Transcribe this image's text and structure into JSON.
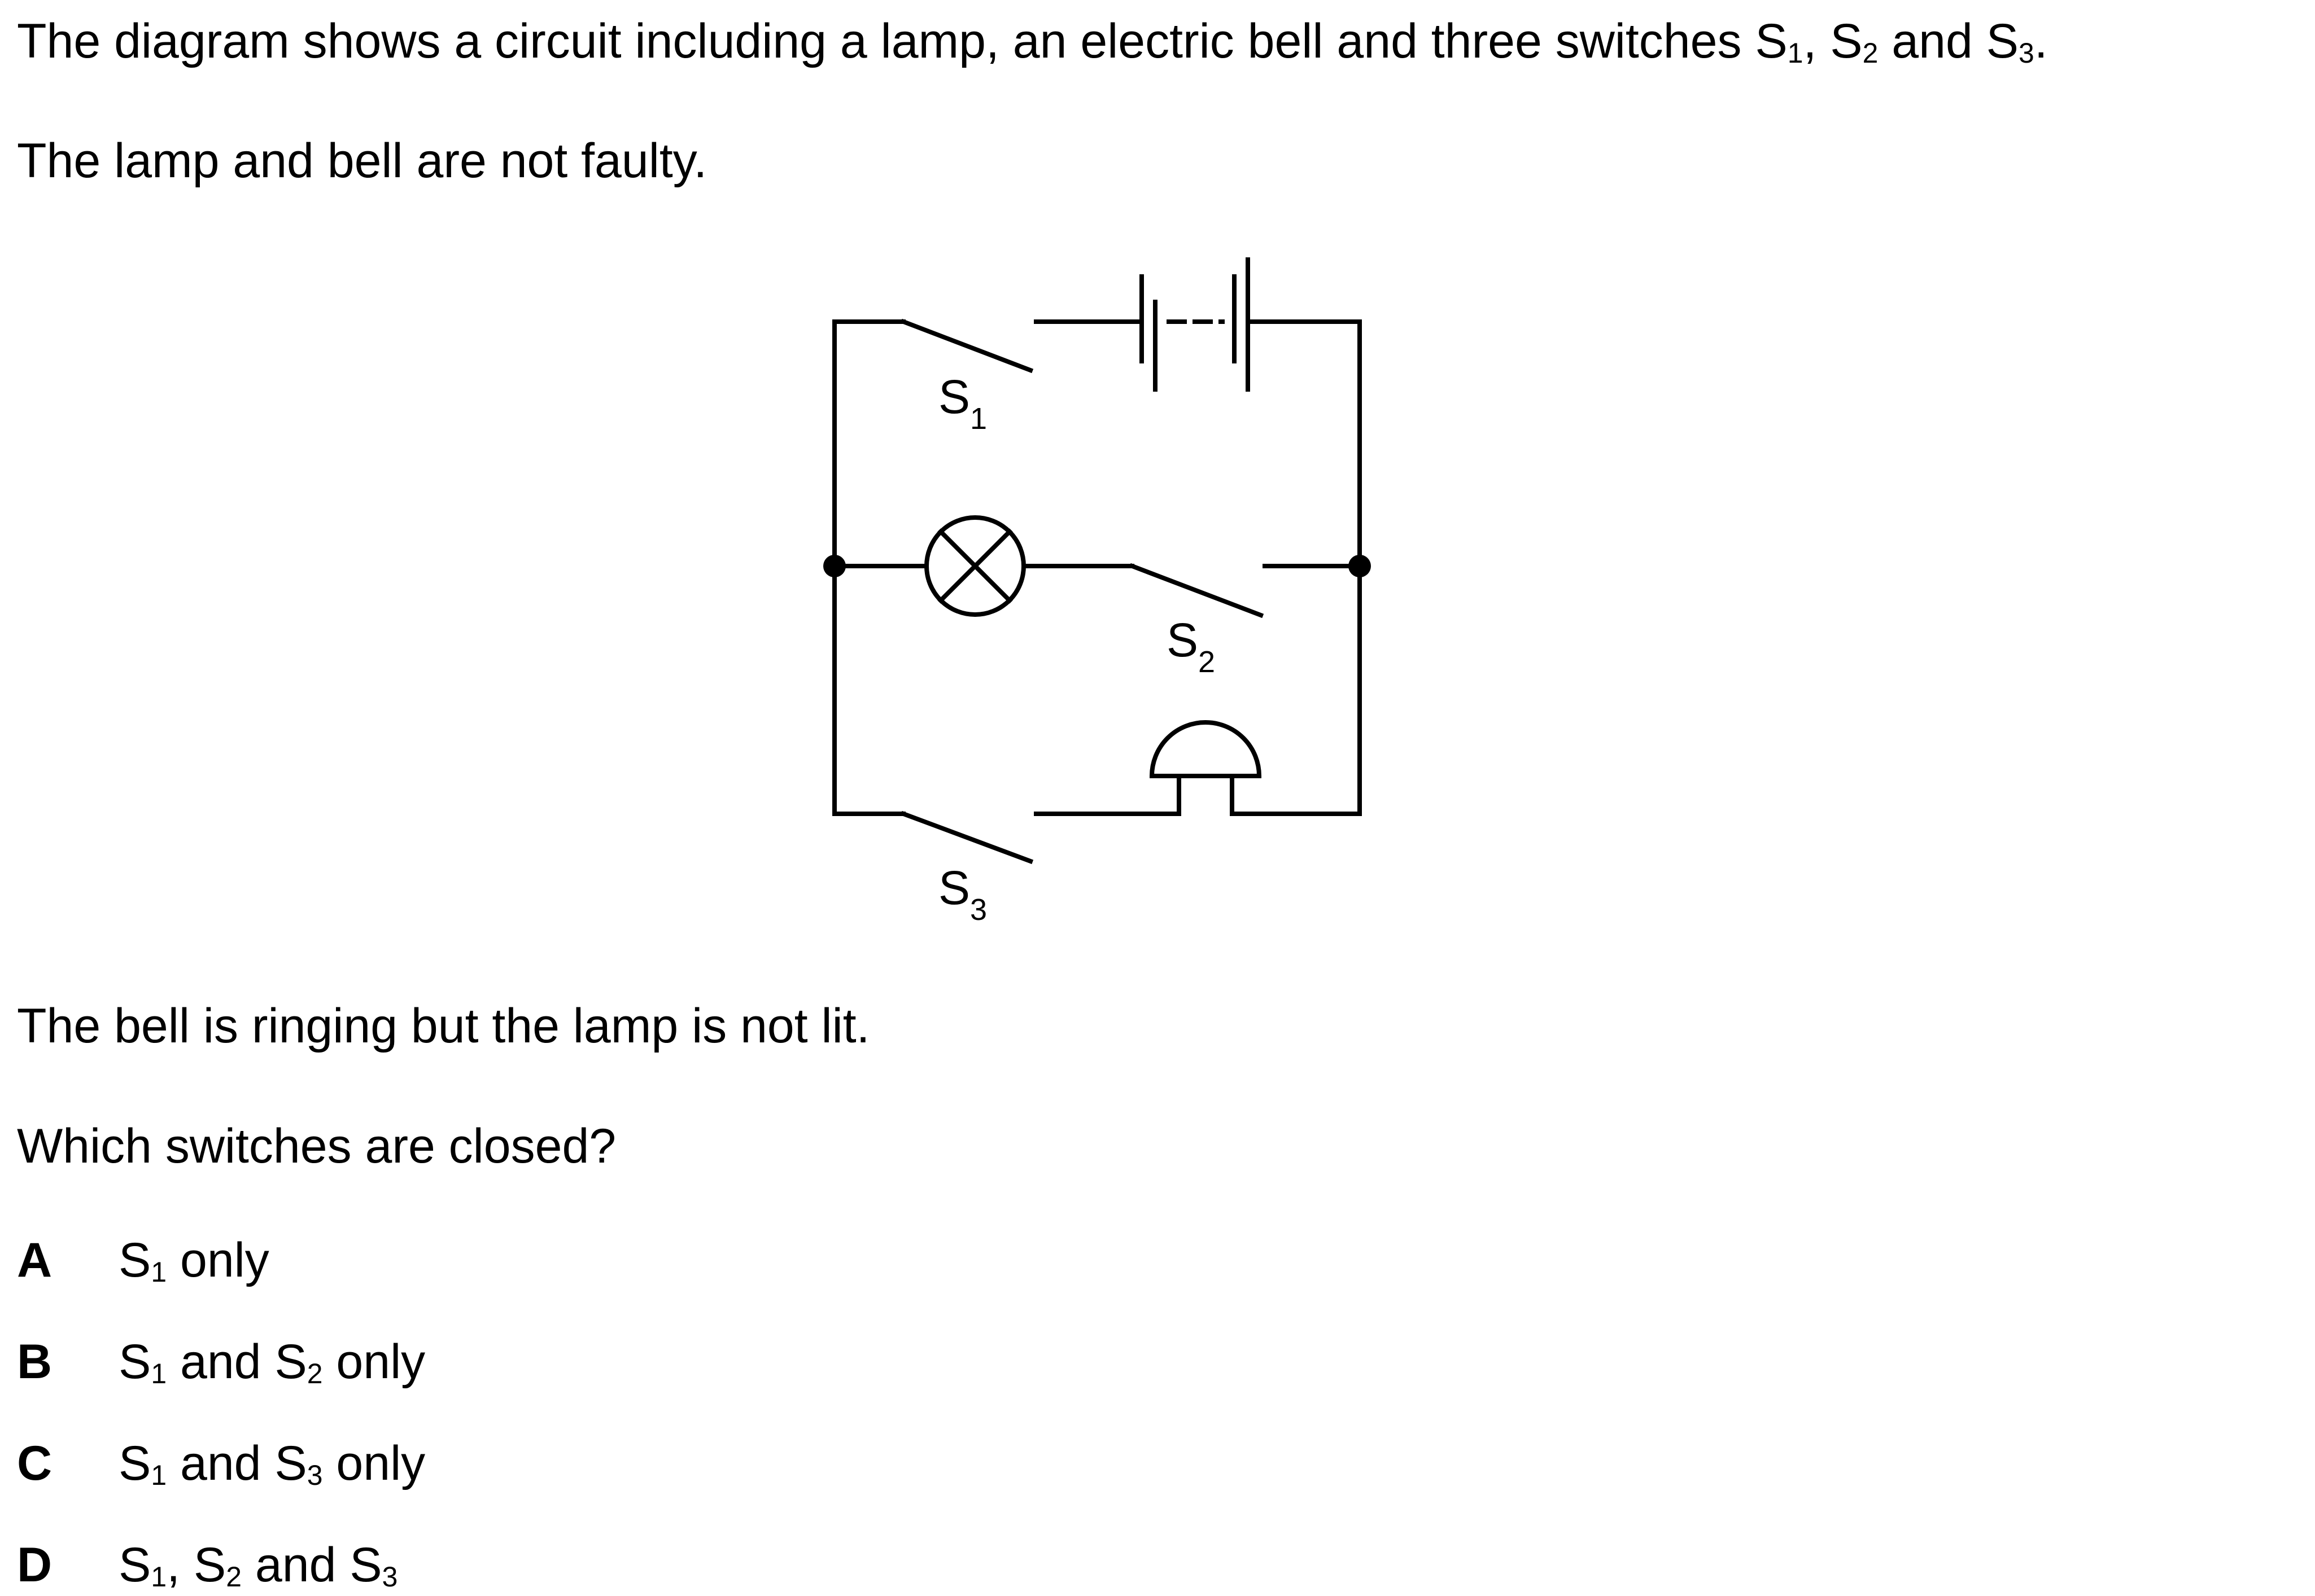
{
  "question": {
    "intro_pre": "The diagram shows a circuit including a lamp, an electric bell and three switches S",
    "intro_sub1": "1",
    "intro_mid1": ", S",
    "intro_sub2": "2",
    "intro_mid2": " and S",
    "intro_sub3": "3",
    "intro_end": ".",
    "not_faulty": "The lamp and bell are not faulty.",
    "observation": "The bell is ringing but the lamp is not lit.",
    "prompt": "Which switches are closed?"
  },
  "diagram": {
    "s1_label": "S",
    "s1_sub": "1",
    "s2_label": "S",
    "s2_sub": "2",
    "s3_label": "S",
    "s3_sub": "3"
  },
  "options": [
    {
      "letter": "A",
      "parts": [
        "S",
        "1",
        " only"
      ]
    },
    {
      "letter": "B",
      "parts": [
        "S",
        "1",
        " and S",
        "2",
        " only"
      ]
    },
    {
      "letter": "C",
      "parts": [
        "S",
        "1",
        " and S",
        "3",
        " only"
      ]
    },
    {
      "letter": "D",
      "parts": [
        "S",
        "1",
        ", S",
        "2",
        " and S",
        "3"
      ]
    }
  ]
}
